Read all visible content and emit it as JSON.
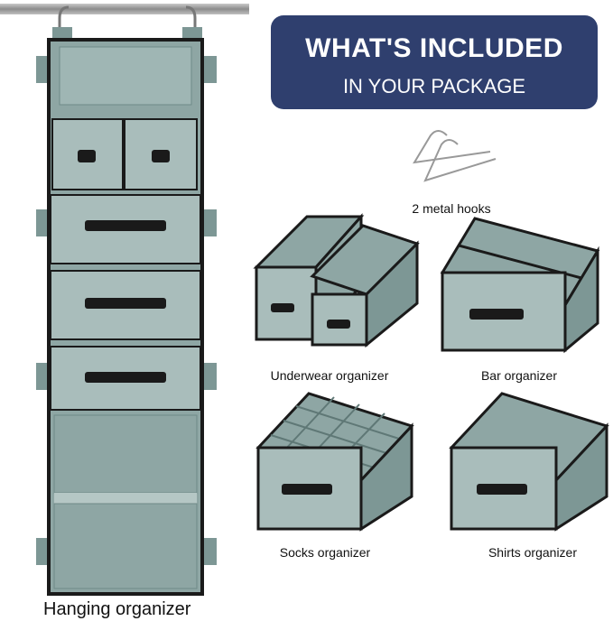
{
  "banner": {
    "title": "WHAT'S INCLUDED",
    "subtitle": "IN YOUR PACKAGE"
  },
  "items": {
    "hooks": "2 metal hooks",
    "underwear": "Underwear organizer",
    "bar": "Bar organizer",
    "socks": "Socks organizer",
    "shirts": "Shirts organizer",
    "hanging": "Hanging organizer"
  },
  "colors": {
    "fabric": "#8fa8a6",
    "fabric_dark": "#6f8a88",
    "trim": "#1a1a1a",
    "banner": "#2f3f6e"
  }
}
